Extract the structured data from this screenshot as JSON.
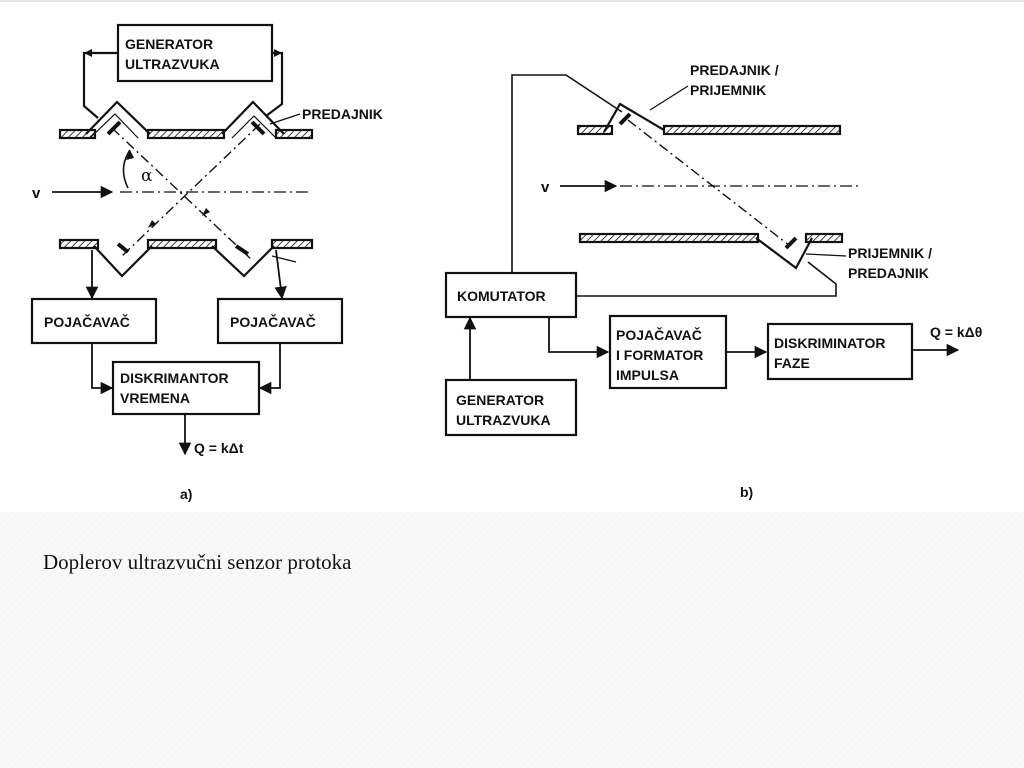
{
  "diagram_a": {
    "generator": [
      "GENERATOR",
      "ULTRAZVUKA"
    ],
    "predajnik": "PREDAJNIK",
    "velocity": "v",
    "angle": "α",
    "amp_left": "POJAČAVAČ",
    "amp_right": "POJAČAVAČ",
    "discriminator": [
      "DISKRIMANTOR",
      "VREMENA"
    ],
    "output": "Q = kΔt",
    "label": "a)"
  },
  "diagram_b": {
    "top_transducer": [
      "PREDAJNIK /",
      "PRIJEMNIK"
    ],
    "bottom_transducer": [
      "PRIJEMNIK /",
      "PREDAJNIK"
    ],
    "velocity": "v",
    "komutator": "KOMUTATOR",
    "amp_former": [
      "POJAČAVAČ",
      "I FORMATOR",
      "IMPULSA"
    ],
    "phase_discriminator": [
      "DISKRIMINATOR",
      "FAZE"
    ],
    "generator": [
      "GENERATOR",
      "ULTRAZVUKA"
    ],
    "output": "Q = kΔθ",
    "label": "b)"
  },
  "caption": "Doplerov ultrazvučni senzor protoka"
}
